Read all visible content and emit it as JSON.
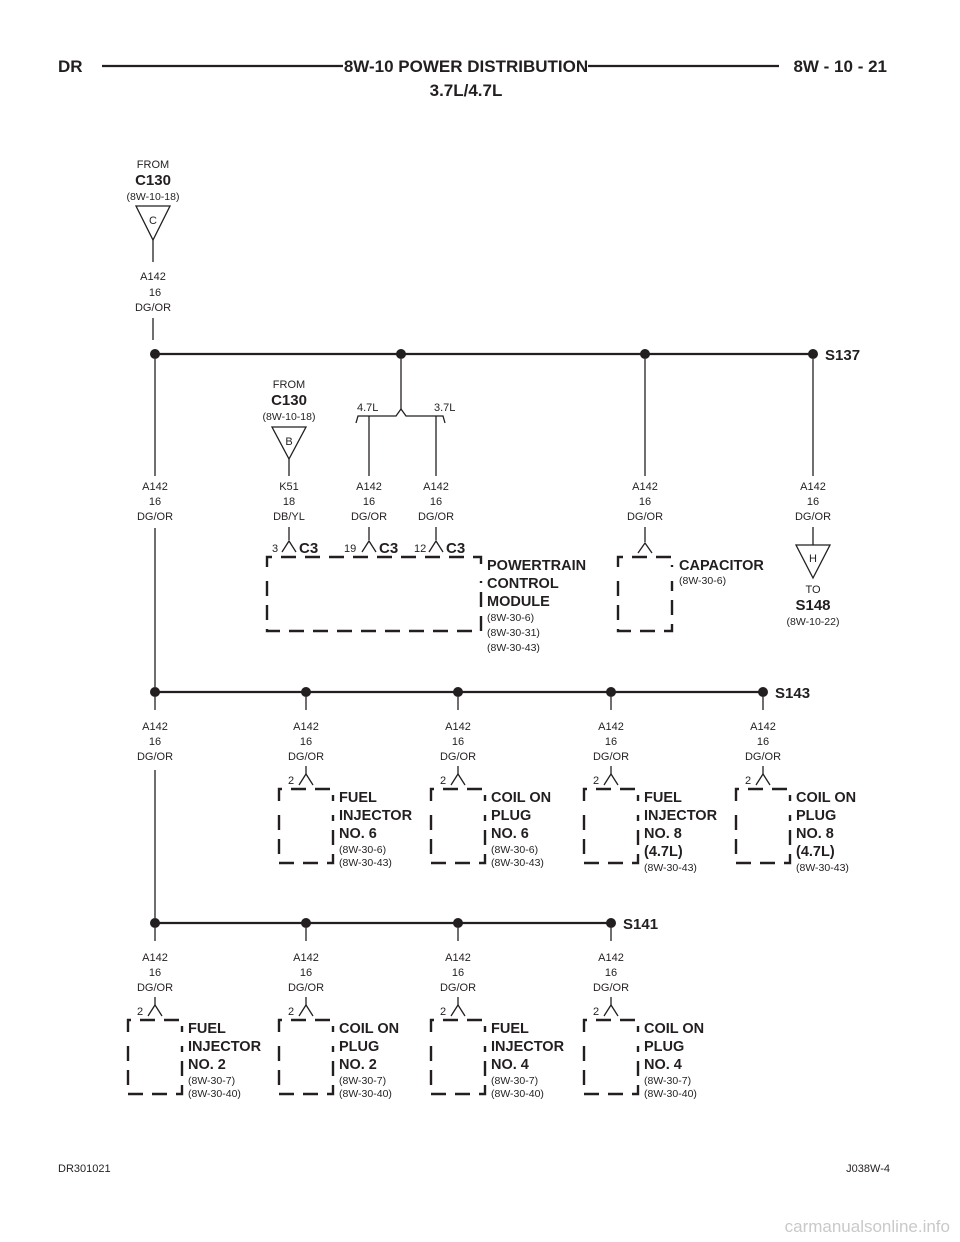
{
  "header": {
    "left": "DR",
    "title": "8W-10 POWER DISTRIBUTION",
    "subtitle": "3.7L/4.7L",
    "page": "8W - 10 - 21"
  },
  "footer": {
    "left": "DR301021",
    "right": "J038W-4",
    "watermark": "carmanualsonline.info"
  },
  "wire": {
    "circuit": "A142",
    "gauge": "16",
    "color": "DG/OR"
  },
  "k51": {
    "circuit": "K51",
    "gauge": "18",
    "color": "DB/YL"
  },
  "connectors": {
    "from_label": "FROM",
    "to_label": "TO",
    "c130_top": {
      "name": "C130",
      "ref": "(8W-10-18)",
      "letter": "C"
    },
    "c130_mid": {
      "name": "C130",
      "ref": "(8W-10-18)",
      "letter": "B"
    },
    "s148": {
      "name": "S148",
      "ref": "(8W-10-22)",
      "letter": "H"
    }
  },
  "options": {
    "left": "4.7L",
    "right": "3.7L"
  },
  "splices": {
    "s137": "S137",
    "s143": "S143",
    "s141": "S141"
  },
  "pcm": {
    "pins": [
      {
        "pin": "3",
        "conn": "C3"
      },
      {
        "pin": "19",
        "conn": "C3"
      },
      {
        "pin": "12",
        "conn": "C3"
      }
    ],
    "name_lines": [
      "POWERTRAIN",
      "CONTROL",
      "MODULE"
    ],
    "refs": [
      "(8W-30-6)",
      "(8W-30-31)",
      "(8W-30-43)"
    ]
  },
  "capacitor": {
    "name_lines": [
      "CAPACITOR"
    ],
    "refs": [
      "(8W-30-6)"
    ]
  },
  "row2": [
    {
      "pin": "2",
      "name_lines": [
        "FUEL",
        "INJECTOR",
        "NO. 6"
      ],
      "refs": [
        "(8W-30-6)",
        "(8W-30-43)"
      ]
    },
    {
      "pin": "2",
      "name_lines": [
        "COIL ON",
        "PLUG",
        "NO. 6"
      ],
      "refs": [
        "(8W-30-6)",
        "(8W-30-43)"
      ]
    },
    {
      "pin": "2",
      "name_lines": [
        "FUEL",
        "INJECTOR",
        "NO. 8",
        "(4.7L)"
      ],
      "refs": [
        "(8W-30-43)"
      ]
    },
    {
      "pin": "2",
      "name_lines": [
        "COIL ON",
        "PLUG",
        "NO. 8",
        "(4.7L)"
      ],
      "refs": [
        "(8W-30-43)"
      ]
    }
  ],
  "row3": [
    {
      "pin": "2",
      "name_lines": [
        "FUEL",
        "INJECTOR",
        "NO. 2"
      ],
      "refs": [
        "(8W-30-7)",
        "(8W-30-40)"
      ]
    },
    {
      "pin": "2",
      "name_lines": [
        "COIL ON",
        "PLUG",
        "NO. 2"
      ],
      "refs": [
        "(8W-30-7)",
        "(8W-30-40)"
      ]
    },
    {
      "pin": "2",
      "name_lines": [
        "FUEL",
        "INJECTOR",
        "NO. 4"
      ],
      "refs": [
        "(8W-30-7)",
        "(8W-30-40)"
      ]
    },
    {
      "pin": "2",
      "name_lines": [
        "COIL ON",
        "PLUG",
        "NO. 4"
      ],
      "refs": [
        "(8W-30-7)",
        "(8W-30-40)"
      ]
    }
  ]
}
